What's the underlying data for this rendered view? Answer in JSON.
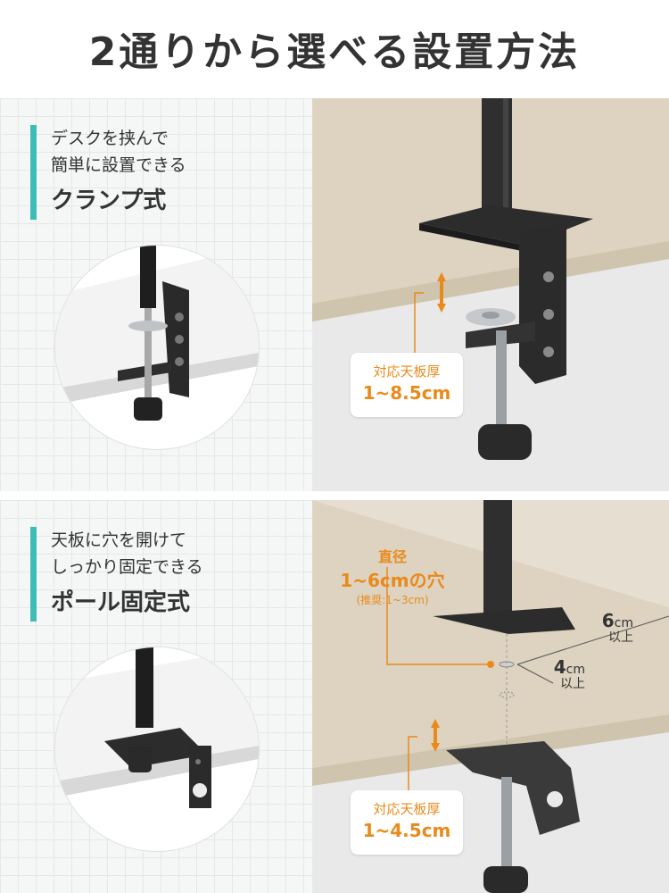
{
  "title": "2通りから選べる設置方法",
  "colors": {
    "accent": "#3dbdb5",
    "orange": "#e98a1b",
    "text": "#333333"
  },
  "clamp": {
    "sub1": "デスクを挟んで",
    "sub2": "簡単に設置できる",
    "name": "クランプ式",
    "thickness_label": "対応天板厚",
    "thickness_value": "1~8.5cm"
  },
  "pole": {
    "sub1": "天板に穴を開けて",
    "sub2": "しっかり固定できる",
    "name": "ポール固定式",
    "hole_title": "直径",
    "hole_value": "1~6cmの穴",
    "hole_note": "(推奨:1~3cm)",
    "dim1_value": "6",
    "dim1_unit": "cm",
    "dim1_sub": "以上",
    "dim2_value": "4",
    "dim2_unit": "cm",
    "dim2_sub": "以上",
    "thickness_label": "対応天板厚",
    "thickness_value": "1~4.5cm"
  }
}
